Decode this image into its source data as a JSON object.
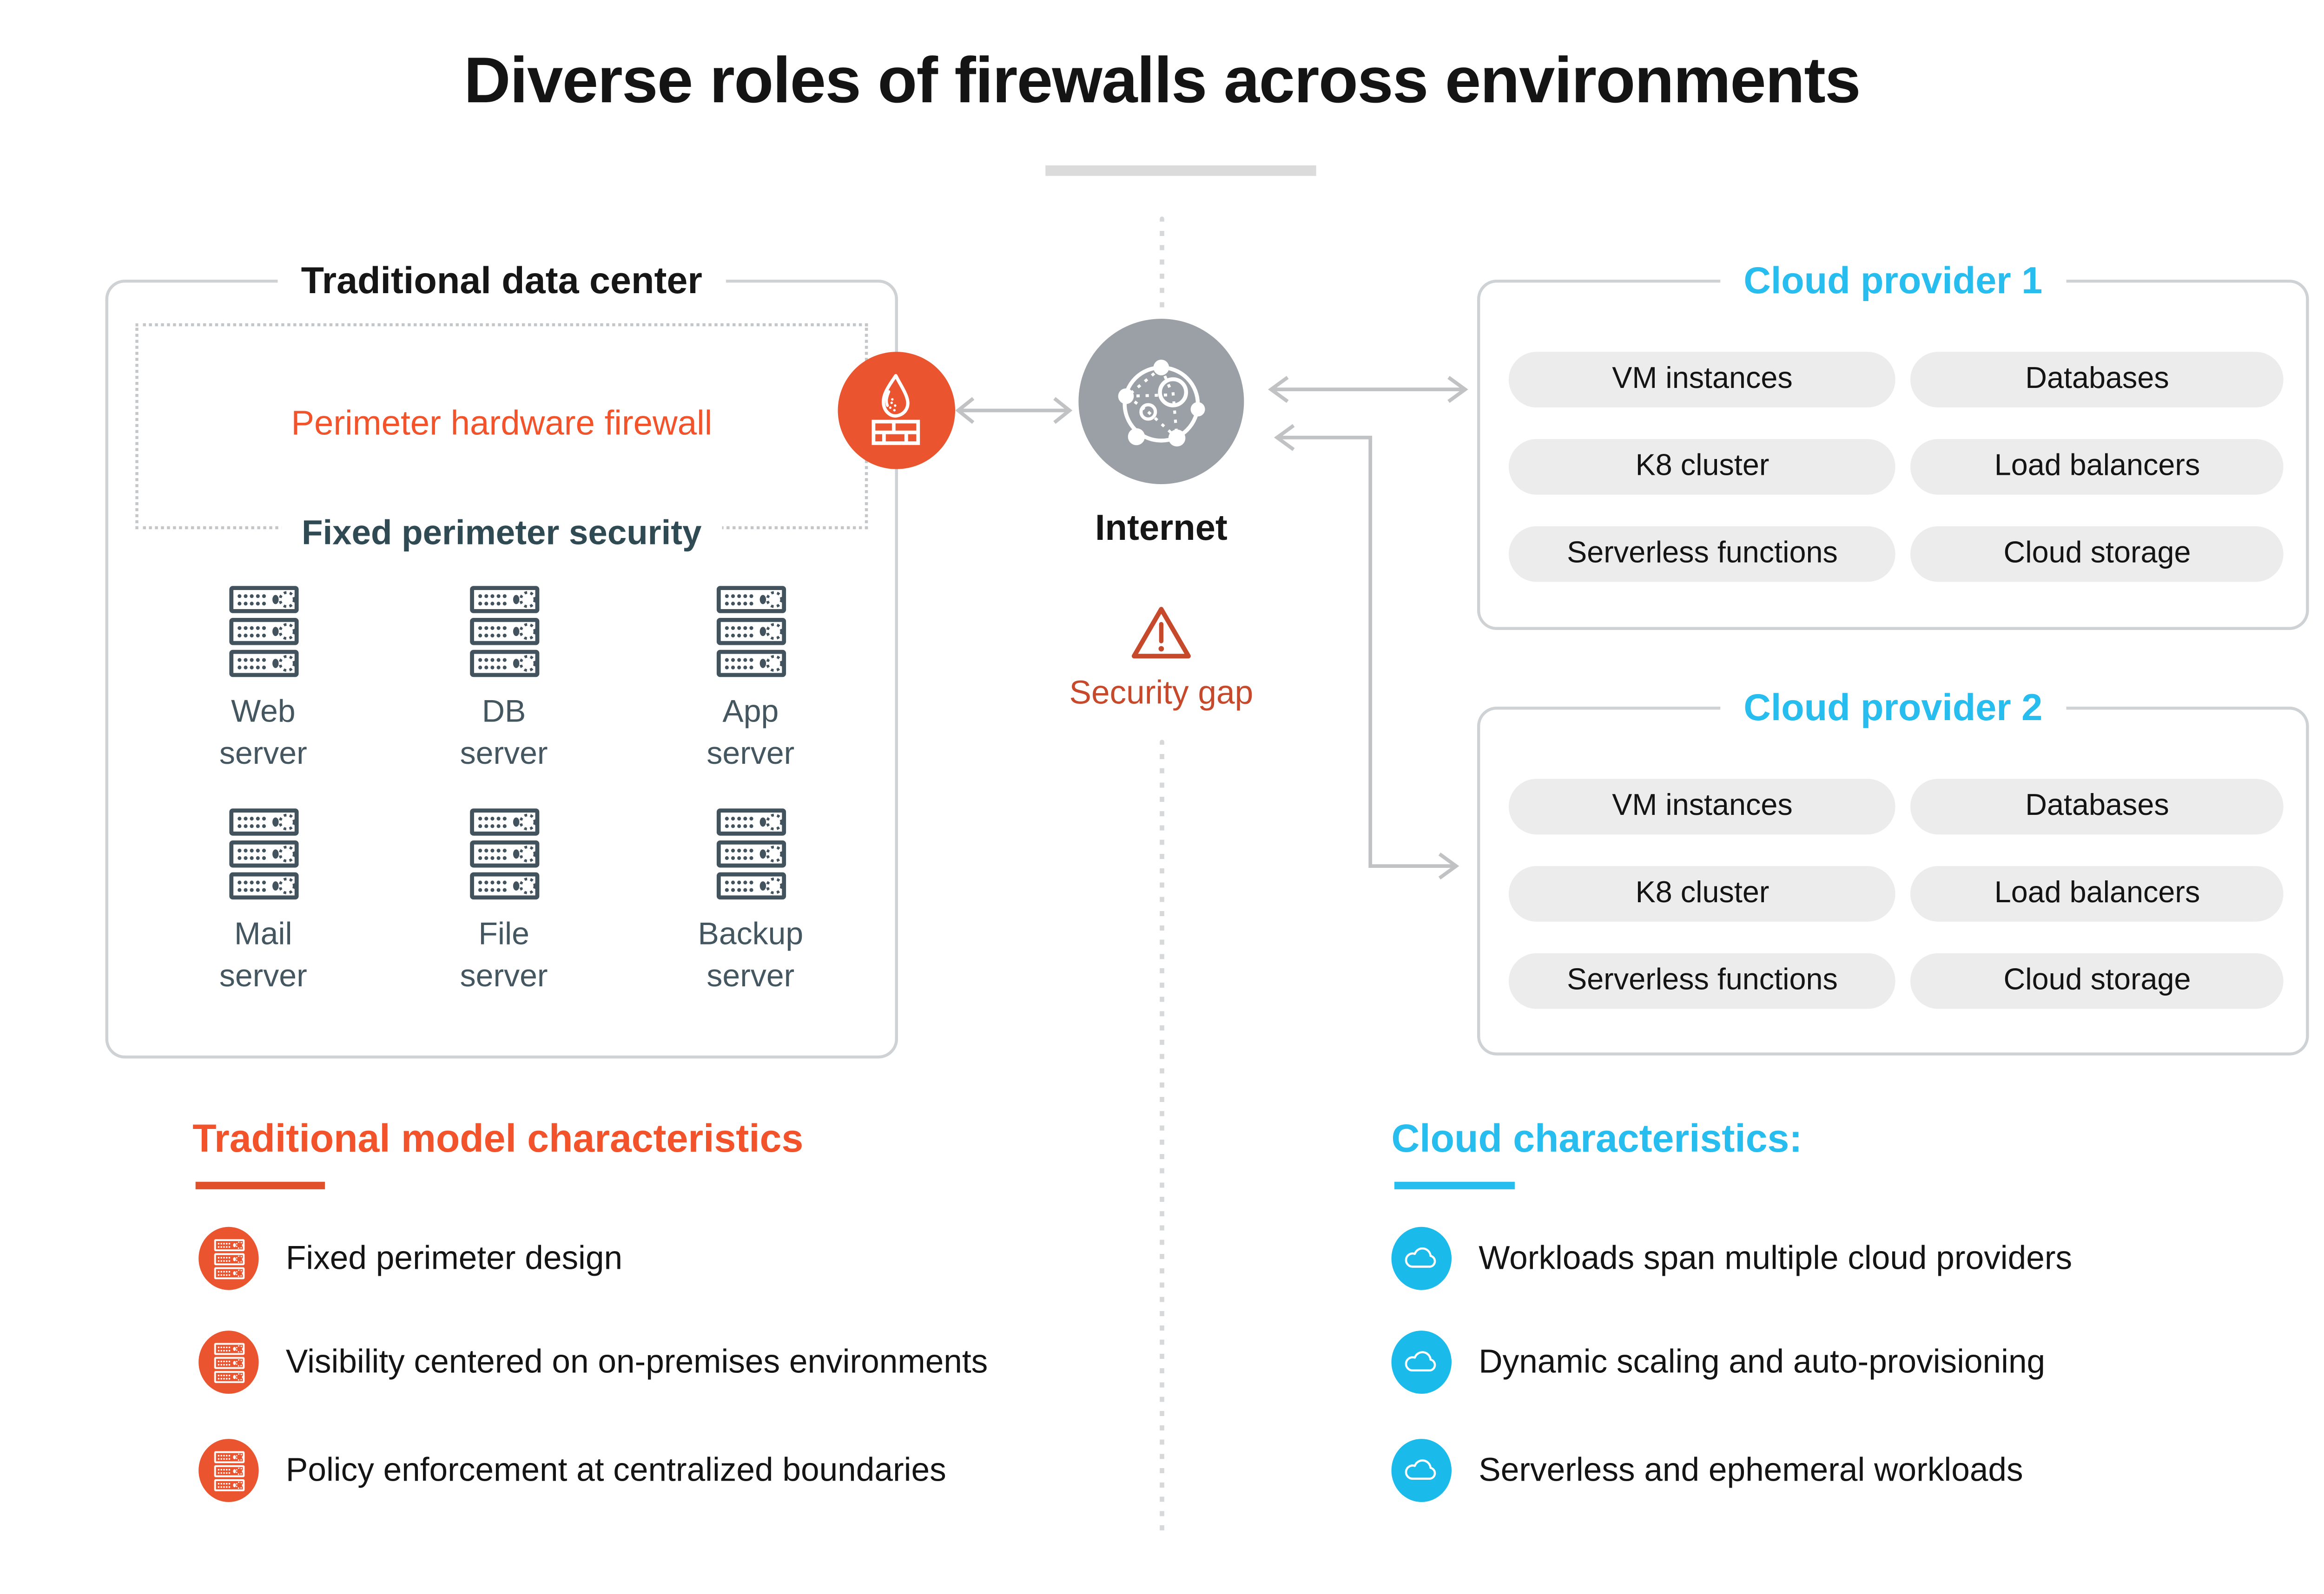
{
  "title": "Diverse roles of firewalls across environments",
  "traditional_dc": {
    "title": "Traditional data center",
    "perimeter_firewall_label": "Perimeter hardware firewall",
    "perimeter_security_label": "Fixed perimeter security",
    "servers": [
      "Web server",
      "DB server",
      "App server",
      "Mail server",
      "File server",
      "Backup server"
    ]
  },
  "internet_label": "Internet",
  "security_gap_label": "Security gap",
  "cloud_providers": [
    {
      "title": "Cloud provider 1",
      "services": [
        "VM instances",
        "Databases",
        "K8 cluster",
        "Load balancers",
        "Serverless functions",
        "Cloud storage"
      ]
    },
    {
      "title": "Cloud provider 2",
      "services": [
        "VM instances",
        "Databases",
        "K8 cluster",
        "Load balancers",
        "Serverless functions",
        "Cloud storage"
      ]
    }
  ],
  "traditional_characteristics": {
    "title": "Traditional model characteristics",
    "items": [
      "Fixed perimeter design",
      "Visibility centered on on-premises environments",
      "Policy enforcement at centralized boundaries"
    ]
  },
  "cloud_characteristics": {
    "title": "Cloud characteristics:",
    "items": [
      "Workloads span multiple cloud providers",
      "Dynamic scaling and auto-provisioning",
      "Serverless and ephemeral workloads"
    ]
  },
  "colors": {
    "brand_orange": "#F2532B",
    "orange_fill": "#EA542E",
    "alert_red": "#C6492C",
    "brand_cyan": "#27BDEF",
    "cyan_fill": "#1ABAEA",
    "internet_gray": "#9AA0A6",
    "slate_icon": "#42535E",
    "dark_slate_text": "#2F4A53",
    "pill_bg": "#ECECEC",
    "border_gray": "#CFD2D5",
    "arrow_gray": "#C0C2C4"
  }
}
